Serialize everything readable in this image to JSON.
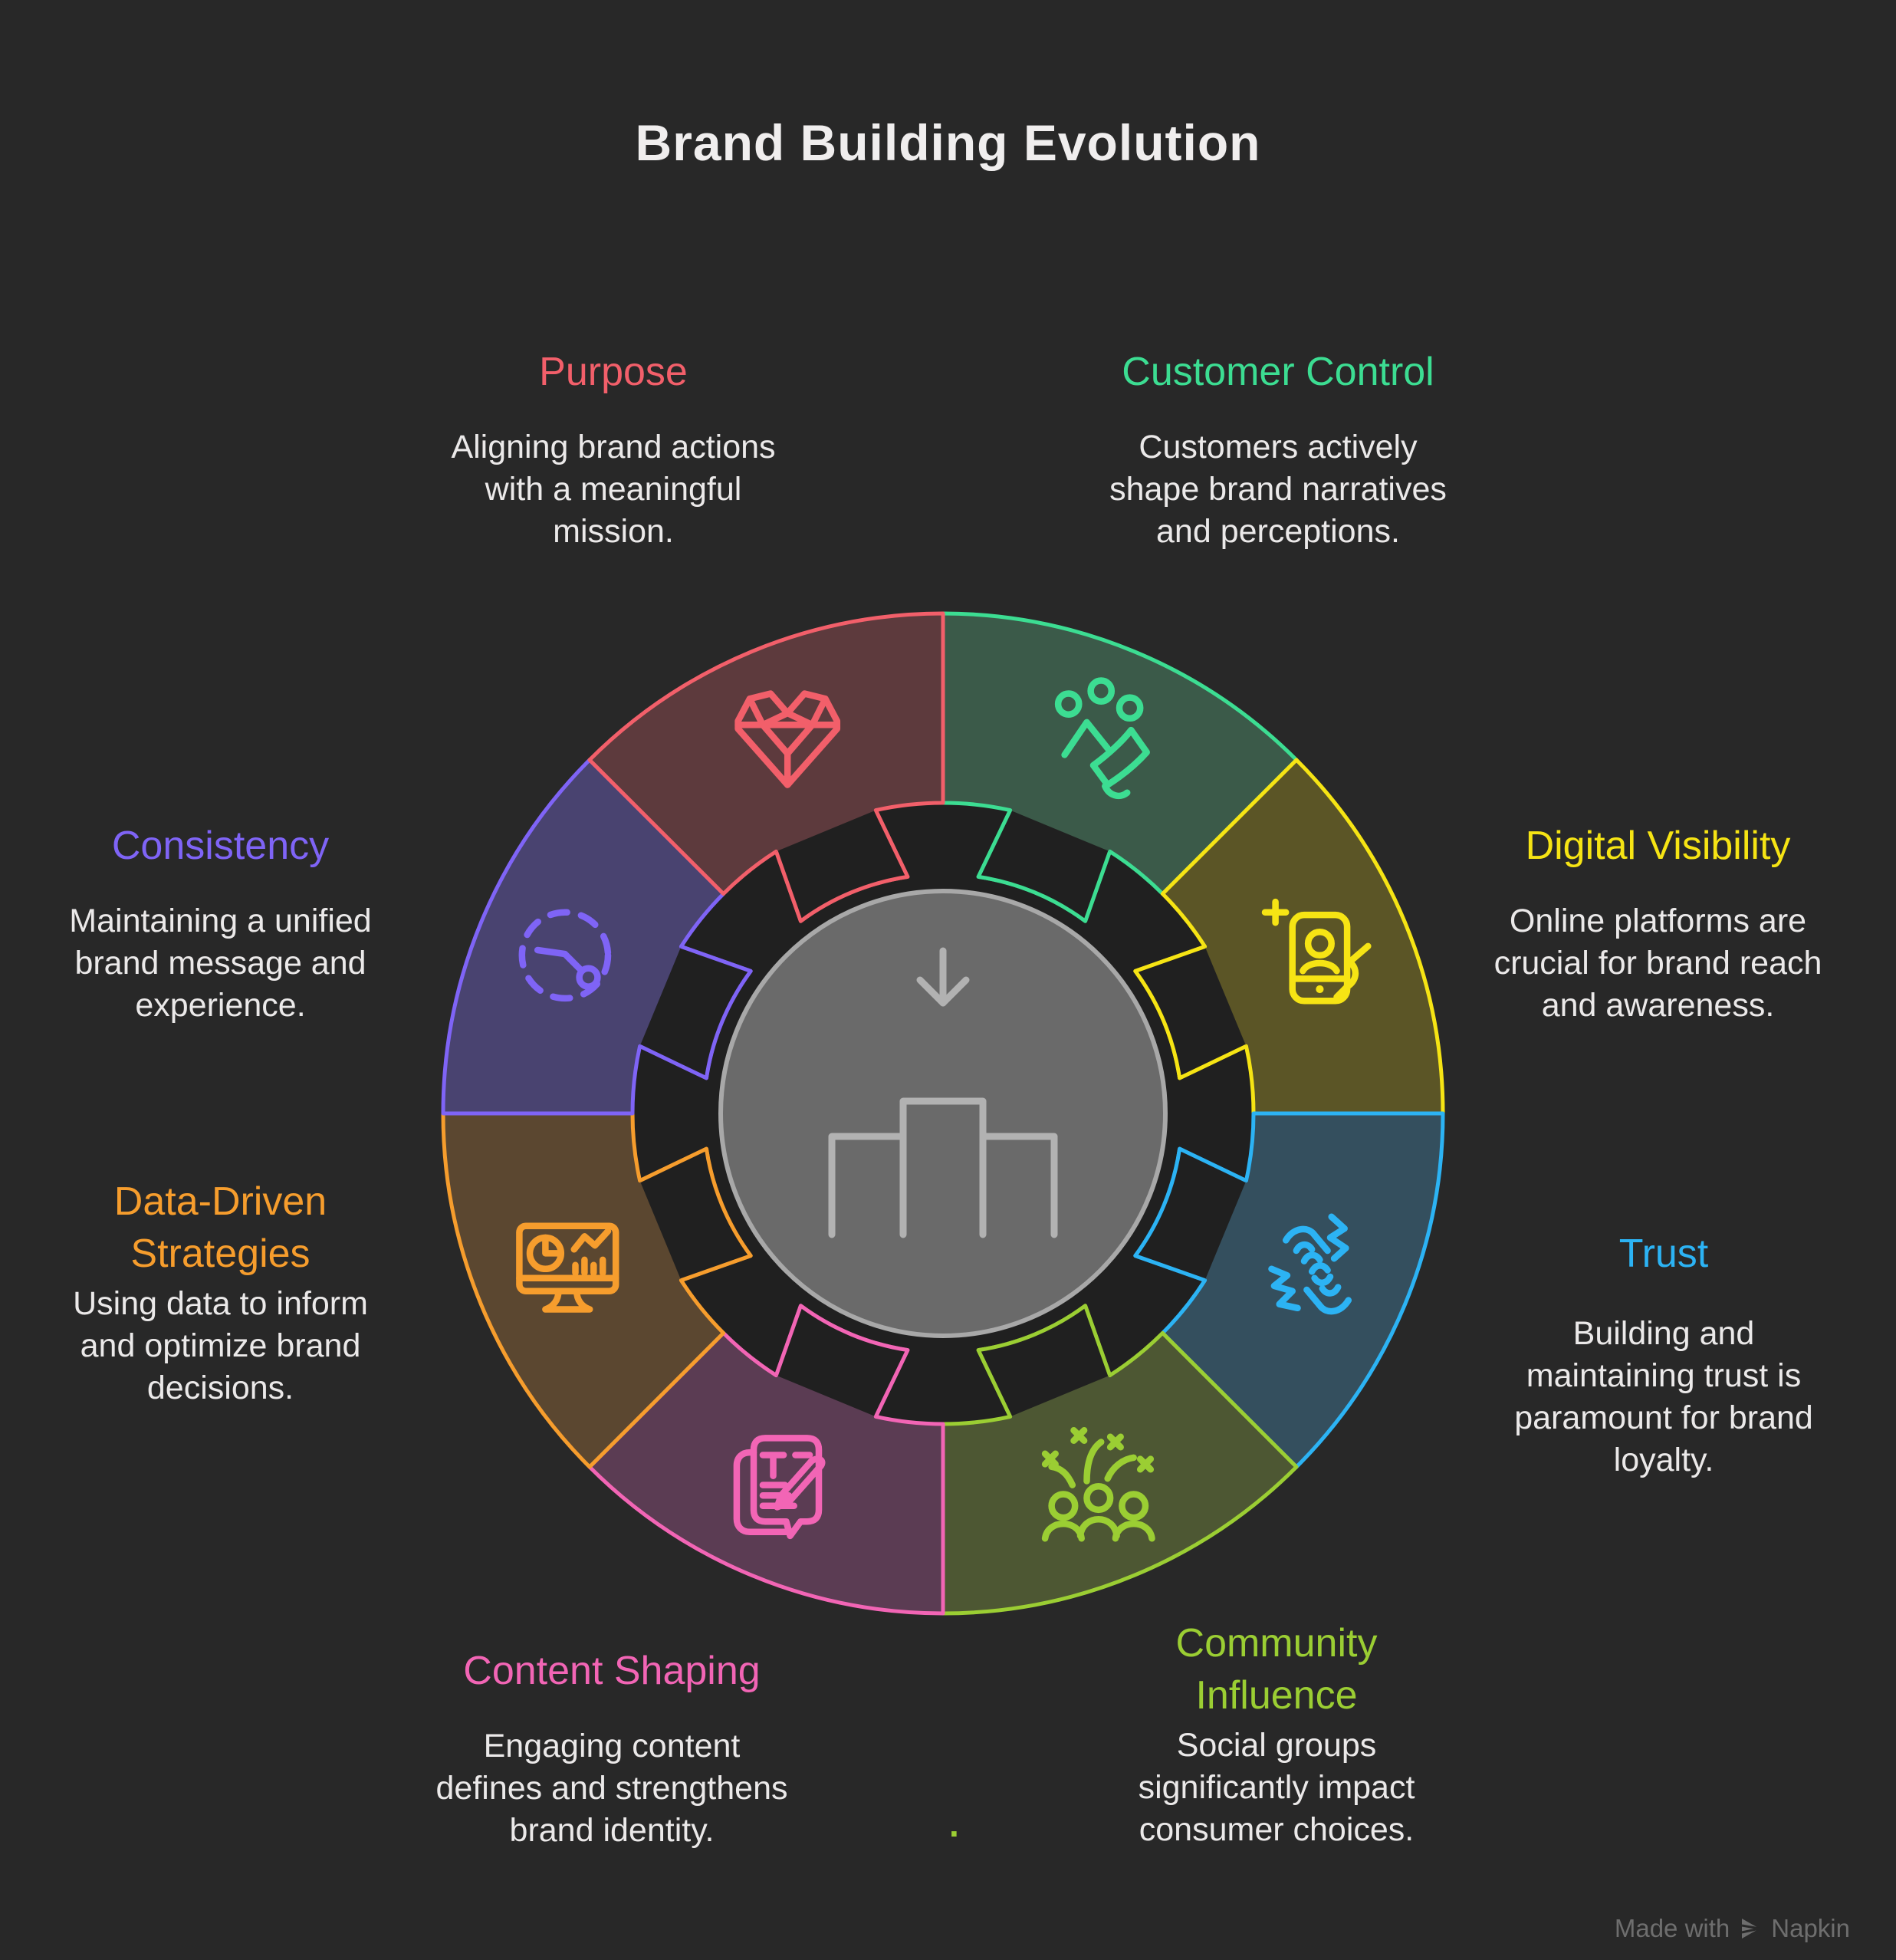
{
  "title": "Brand Building Evolution",
  "colors": {
    "background": "#282828",
    "body_text": "#ebe9e9",
    "title_text": "#f0eeee",
    "wheel_gap": "#202020",
    "center_fill": "#6a6a6a",
    "center_stroke": "#a8a8a8",
    "center_icon": "#b2b2b2",
    "watermark": "#6e6e6e"
  },
  "segments": [
    {
      "id": "customer-control",
      "label": "Customer Control",
      "description": "Customers actively\nshape brand narratives\nand perceptions.",
      "color": "#3cdd92",
      "fill": "#3b5a49",
      "icon": "audience-megaphone-icon"
    },
    {
      "id": "digital-visibility",
      "label": "Digital Visibility",
      "description": "Online platforms are\ncrucial for brand reach\nand awareness.",
      "color": "#f6e414",
      "fill": "#5b5526",
      "icon": "phone-profile-icon"
    },
    {
      "id": "trust",
      "label": "Trust",
      "description": "Building and\nmaintaining trust is\nparamount for brand\nloyalty.",
      "color": "#2cb3f4",
      "fill": "#344f5e",
      "icon": "handshake-icon"
    },
    {
      "id": "community-influence",
      "label": "Community\nInfluence",
      "description": "Social groups\nsignificantly impact\nconsumer choices.",
      "color": "#9bce33",
      "fill": "#4d5733",
      "icon": "crowd-celebration-icon"
    },
    {
      "id": "content-shaping",
      "label": "Content Shaping",
      "description": "Engaging content\ndefines and strengthens\nbrand identity.",
      "color": "#f265b5",
      "fill": "#5b3c53",
      "icon": "document-pencil-icon"
    },
    {
      "id": "data-driven-strategies",
      "label": "Data-Driven\nStrategies",
      "description": "Using data to inform\nand optimize brand\ndecisions.",
      "color": "#f69d2d",
      "fill": "#5b4730",
      "icon": "analytics-monitor-icon"
    },
    {
      "id": "consistency",
      "label": "Consistency",
      "description": "Maintaining a unified\nbrand message and\nexperience.",
      "color": "#7f64f6",
      "fill": "#494370",
      "icon": "gauge-icon"
    },
    {
      "id": "purpose",
      "label": "Purpose",
      "description": "Aligning brand actions\nwith a meaningful\nmission.",
      "color": "#f25f6a",
      "fill": "#5d3a3d",
      "icon": "heart-lattice-icon"
    }
  ],
  "center": {
    "icon": "goal-podium-icon"
  },
  "stray_dot": {
    "text": ".",
    "color": "#9bce33"
  },
  "watermark": {
    "prefix": "Made with",
    "brand": "Napkin"
  }
}
